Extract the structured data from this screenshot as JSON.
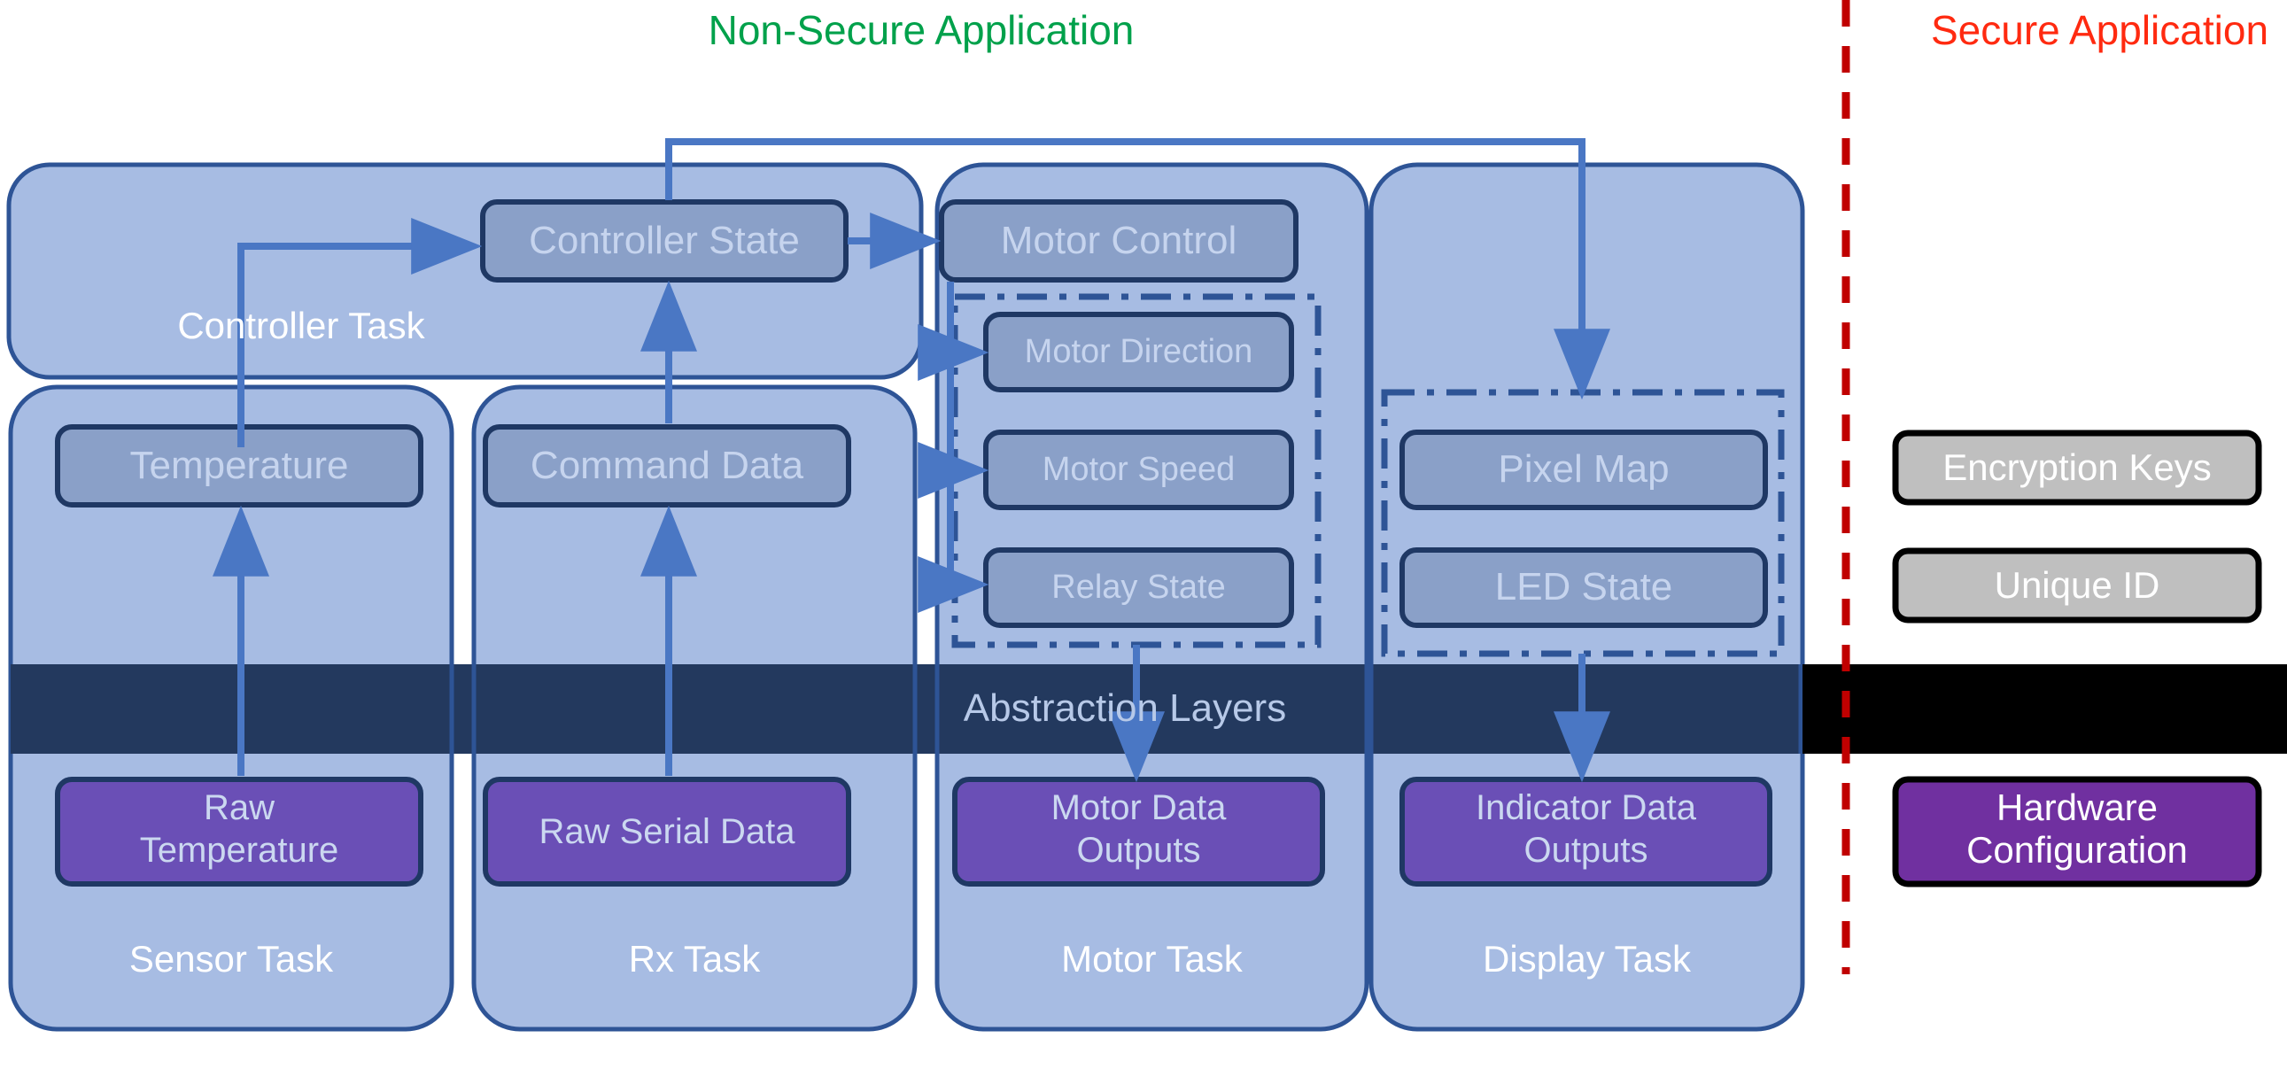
{
  "headers": {
    "non_secure": "Non-Secure Application",
    "secure": "Secure Application"
  },
  "colors": {
    "non_secure_text": "#00A14B",
    "secure_text": "#FF2A10",
    "task_fill": "#A7BCE3",
    "task_border": "#2E5496",
    "node_fill": "#8AA0C8",
    "node_border": "#1F3864",
    "abstraction_fill": "#23395E",
    "abstraction_text": "#B7C9E8",
    "arrow": "#4A77C4",
    "purple_ns": "#6A4FB6",
    "purple_secure": "#7030A0",
    "gray_secure": "#BFBFBF",
    "divider_red": "#C00000",
    "secure_bar_black": "#000000"
  },
  "tasks": [
    {
      "id": "controller",
      "label": "Controller Task",
      "nodes": [
        "Controller State"
      ]
    },
    {
      "id": "sensor",
      "label": "Sensor Task",
      "nodes": [
        "Temperature"
      ],
      "output": "Raw\nTemperature"
    },
    {
      "id": "rx",
      "label": "Rx Task",
      "nodes": [
        "Command Data"
      ],
      "output": "Raw Serial Data"
    },
    {
      "id": "motor",
      "label": "Motor Task",
      "nodes": [
        "Motor Control",
        "Motor Direction",
        "Motor Speed",
        "Relay State"
      ],
      "output": "Motor Data\nOutputs"
    },
    {
      "id": "display",
      "label": "Display Task",
      "nodes": [
        "Pixel Map",
        "LED State"
      ],
      "output": "Indicator Data\nOutputs"
    }
  ],
  "node_labels": {
    "controller_state": "Controller State",
    "temperature": "Temperature",
    "command_data": "Command Data",
    "motor_control": "Motor Control",
    "motor_direction": "Motor Direction",
    "motor_speed": "Motor Speed",
    "relay_state": "Relay State",
    "pixel_map": "Pixel Map",
    "led_state": "LED State"
  },
  "outputs": {
    "raw_temperature_line1": "Raw",
    "raw_temperature_line2": "Temperature",
    "raw_serial_data": "Raw Serial Data",
    "motor_data_line1": "Motor Data",
    "motor_data_line2": "Outputs",
    "indicator_data_line1": "Indicator Data",
    "indicator_data_line2": "Outputs"
  },
  "abstraction": {
    "label": "Abstraction Layers"
  },
  "secure_items": [
    {
      "id": "encryption-keys",
      "label": "Encryption Keys",
      "style": "gray"
    },
    {
      "id": "unique-id",
      "label": "Unique ID",
      "style": "gray"
    },
    {
      "id": "hardware-configuration_l1",
      "label": "Hardware",
      "style": "purple"
    },
    {
      "id": "hardware-configuration_l2",
      "label": "Configuration",
      "style": "purple"
    }
  ],
  "task_labels": {
    "controller": "Controller Task",
    "sensor": "Sensor Task",
    "rx": "Rx Task",
    "motor": "Motor Task",
    "display": "Display Task"
  }
}
